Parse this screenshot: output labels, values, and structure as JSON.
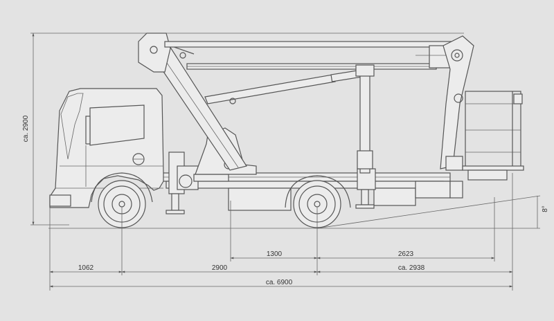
{
  "drawing": {
    "height_label": "ca. 2900",
    "angle_label": "8°",
    "dim_1300": "1300",
    "dim_2623": "2623",
    "dim_1062": "1062",
    "dim_2900": "2900",
    "dim_2938": "ca. 2938",
    "dim_total": "ca. 6900"
  },
  "colors": {
    "background": "#e3e3e3",
    "line": "#555555",
    "dimension": "#666666"
  }
}
